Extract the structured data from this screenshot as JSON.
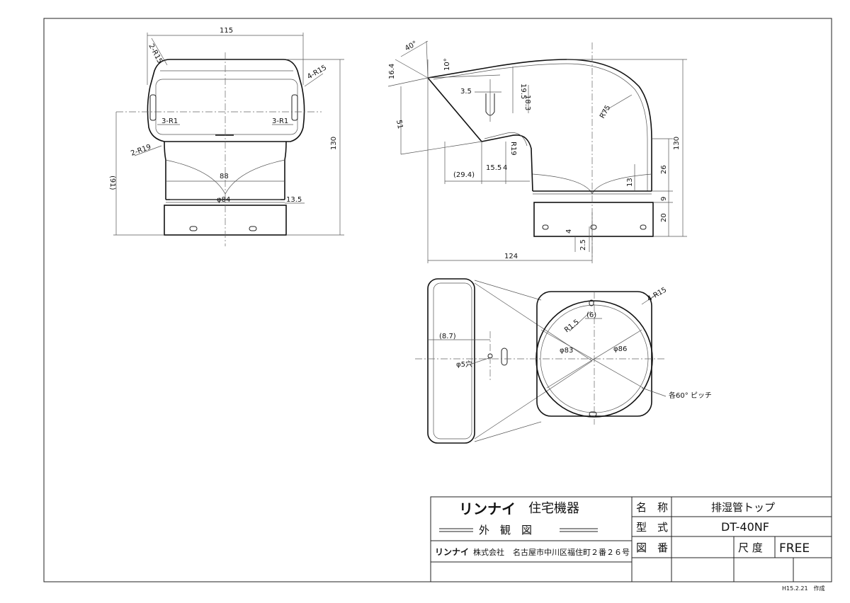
{
  "dimensions": {
    "front": {
      "width_top": "115",
      "r_top_left": "2-R15",
      "r_top_right": "4-R15",
      "slot_r_left": "3-R1",
      "slot_r_right": "3-R1",
      "r_neck": "2-R19",
      "height_91": "(91)",
      "height_130": "130",
      "width_88": "88",
      "dia_84": "φ84",
      "offset_13_5": "13.5"
    },
    "side": {
      "angle_40": "40°",
      "angle_10": "10°",
      "d_16_4": "16.4",
      "d_51": "51",
      "d_3_5": "3.5",
      "d_19_5": "19.5",
      "d_18_3": "18.3",
      "r75": "R75",
      "r19": "R19",
      "d_29_4": "(29.4)",
      "d_15_5": "15.5",
      "d_4a": "4",
      "height_130": "130",
      "d_26": "26",
      "d_13": "13",
      "d_9": "9",
      "d_20": "20",
      "d_4b": "4",
      "d_2_5": "2.5",
      "width_124": "124"
    },
    "top": {
      "r_corner": "4-R15",
      "d_6": "(6)",
      "r_1_5": "R1.5",
      "d_8_7": "(8.7)",
      "dia_83": "φ83",
      "dia_86": "φ86",
      "hole_5": "φ5穴",
      "pitch": "各60° ピッチ"
    }
  },
  "title_block": {
    "company_logo": "リンナイ",
    "company_division": "住宅機器",
    "drawing_type": "外　観　図",
    "company_full_brand": "リンナイ",
    "company_full_rest": "株式会社",
    "address": "名古屋市中川区福住町２番２６号",
    "label_name": "名　称",
    "label_model": "型　式",
    "label_drawing_no": "図　番",
    "label_scale": "尺 度",
    "product_name": "排湿管トップ",
    "model": "DT-40NF",
    "drawing_no": "",
    "scale": "FREE",
    "date_note": "H15.2.21　作成"
  }
}
